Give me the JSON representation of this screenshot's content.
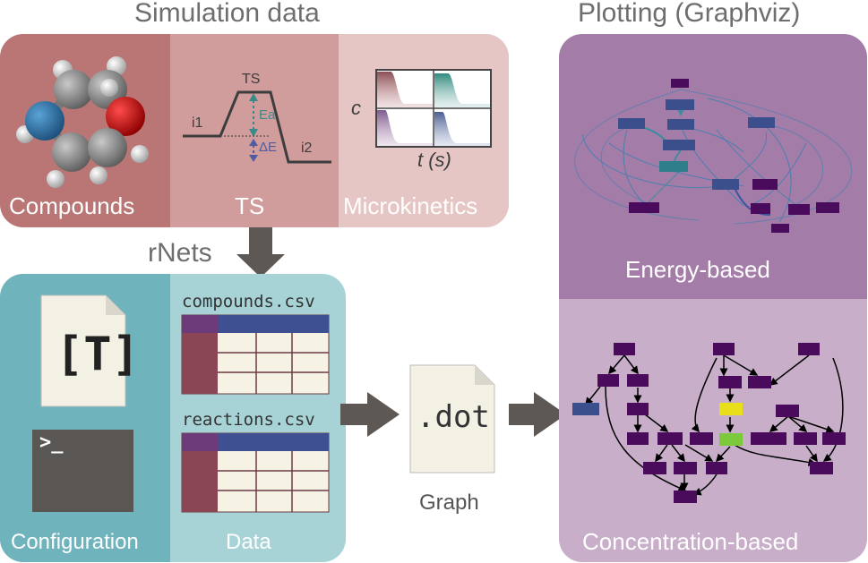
{
  "headings": {
    "simulation": "Simulation data",
    "rnets": "rNets",
    "plotting": "Plotting (Graphviz)"
  },
  "simulation_panels": {
    "compounds": "Compounds",
    "ts": "TS",
    "microkinetics": "Microkinetics"
  },
  "ts_diagram": {
    "peak": "TS",
    "start": "i1",
    "end": "i2",
    "activation": "Ea",
    "delta": "ΔE"
  },
  "kinetics_plot": {
    "ylabel": "c",
    "xlabel": "t (s)"
  },
  "rnets_panels": {
    "configuration": "Configuration",
    "data": "Data",
    "config_file_icon": "[T]",
    "terminal_prompt": ">_"
  },
  "files": {
    "compounds": "compounds.csv",
    "reactions": "reactions.csv"
  },
  "graph": {
    "file": ".dot",
    "label": "Graph"
  },
  "plotting_panels": {
    "energy": "Energy-based",
    "concentration": "Concentration-based"
  },
  "colors": {
    "simulation_bg": "#d4a0a0",
    "simulation_dark": "#b97675",
    "rnets_bg": "#9ccfd3",
    "rnets_dark": "#6fb4bc",
    "plot_top": "#a47ca8",
    "plot_bottom": "#c8aec9",
    "node_dark": "#4a0b5c",
    "node_blue": "#3b4f8c",
    "node_teal": "#2f7e8c",
    "node_yellow": "#e8df1a",
    "node_green": "#7cc93b",
    "arrow": "#5d5853"
  }
}
